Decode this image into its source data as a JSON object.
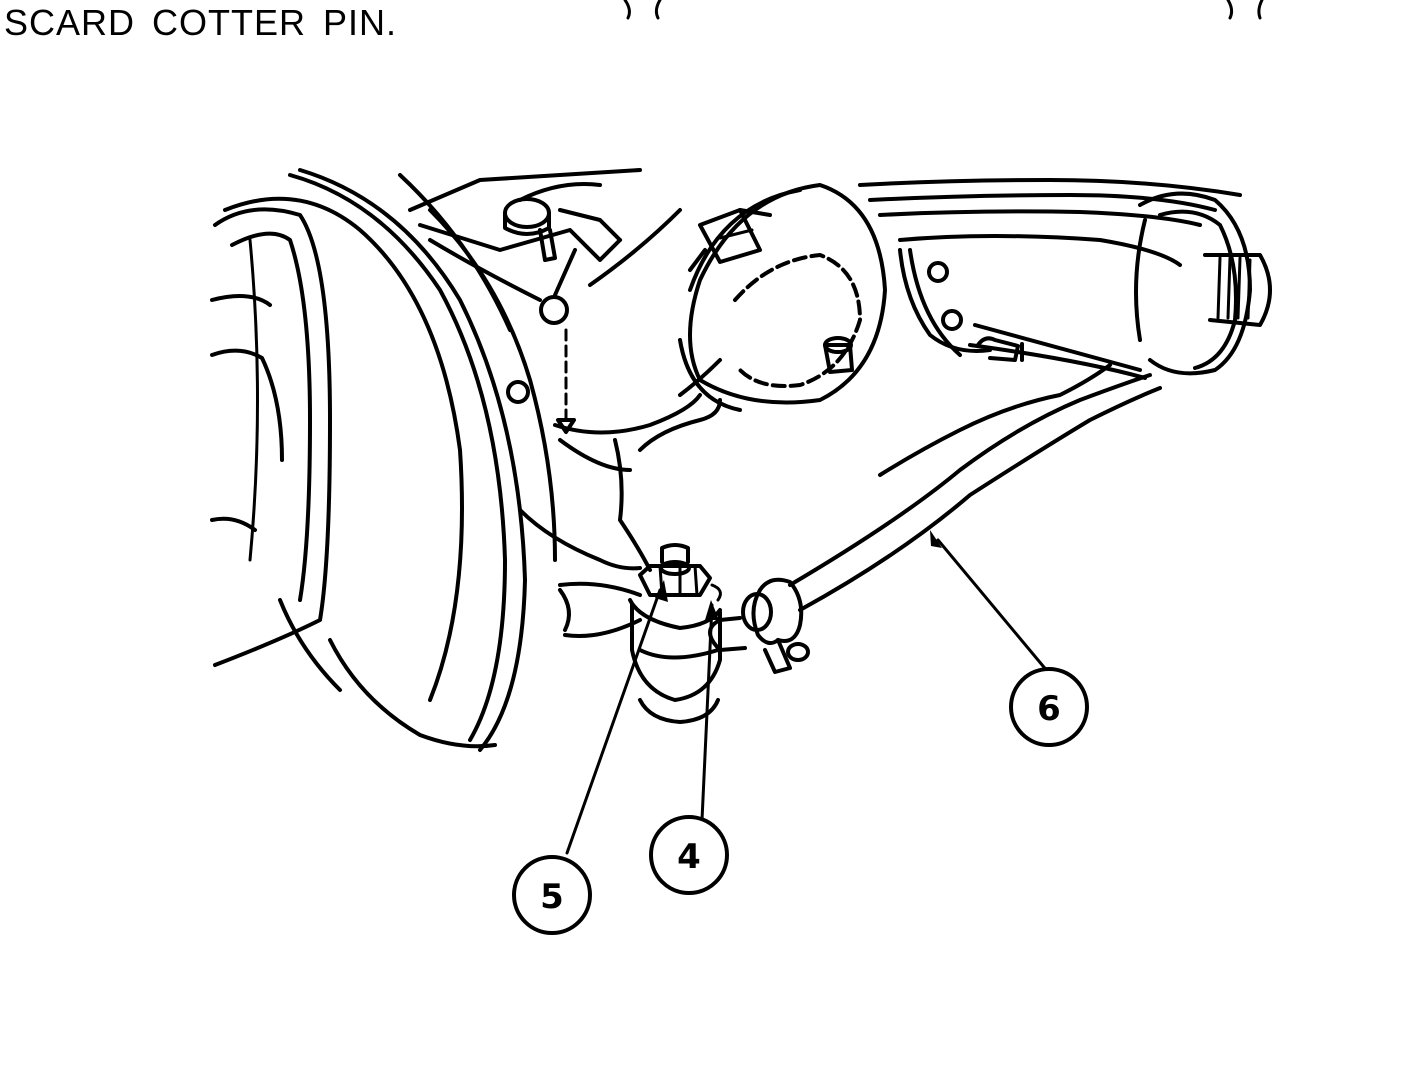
{
  "instruction": {
    "text": "SCARD  COTTER  PIN."
  },
  "diagram": {
    "stroke_color": "#000000",
    "background_color": "#ffffff",
    "callouts": [
      {
        "id": "callout-4",
        "label": "4"
      },
      {
        "id": "callout-5",
        "label": "5"
      },
      {
        "id": "callout-6",
        "label": "6"
      }
    ]
  }
}
